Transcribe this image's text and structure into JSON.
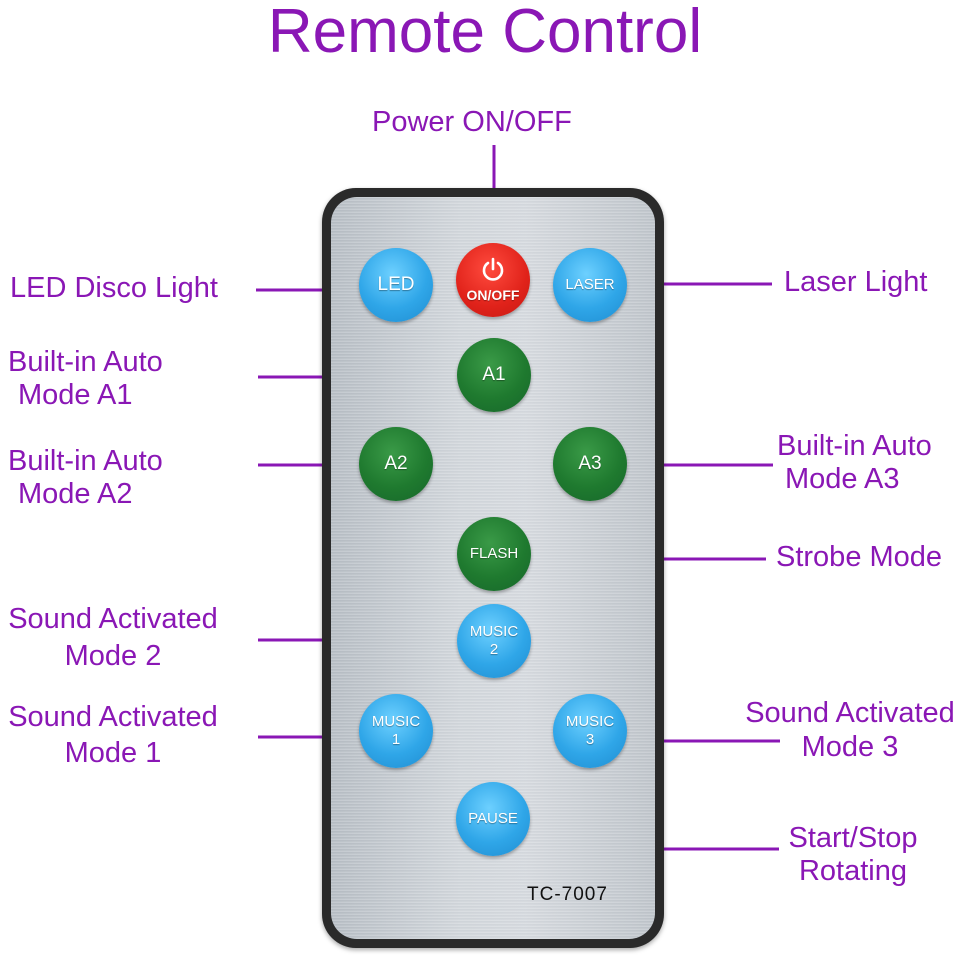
{
  "title": "Remote Control",
  "model": "TC-7007",
  "colors": {
    "label": "#8a17b5",
    "blue_button": "#2fa6e8",
    "green_button": "#1f7a2f",
    "red_button": "#e0221a"
  },
  "buttons": {
    "led": {
      "label": "LED"
    },
    "power": {
      "label": "ON/OFF",
      "icon": "power-icon"
    },
    "laser": {
      "label": "LASER"
    },
    "a1": {
      "label": "A1"
    },
    "a2": {
      "label": "A2"
    },
    "a3": {
      "label": "A3"
    },
    "flash": {
      "label": "FLASH"
    },
    "music2": {
      "line1": "MUSIC",
      "line2": "2"
    },
    "music1": {
      "line1": "MUSIC",
      "line2": "1"
    },
    "music3": {
      "line1": "MUSIC",
      "line2": "3"
    },
    "pause": {
      "label": "PAUSE"
    }
  },
  "labels": {
    "power": "Power ON/OFF",
    "led": "LED Disco Light",
    "laser": "Laser Light",
    "a1": [
      "Built-in Auto",
      "Mode A1"
    ],
    "a2": [
      "Built-in Auto",
      "Mode A2"
    ],
    "a3": [
      "Built-in Auto",
      "Mode A3"
    ],
    "strobe": "Strobe Mode",
    "sound2": [
      "Sound Activated",
      "Mode 2"
    ],
    "sound1": [
      "Sound Activated",
      "Mode 1"
    ],
    "sound3": [
      "Sound Activated",
      "Mode 3"
    ],
    "startstop": [
      "Start/Stop",
      "Rotating"
    ]
  }
}
